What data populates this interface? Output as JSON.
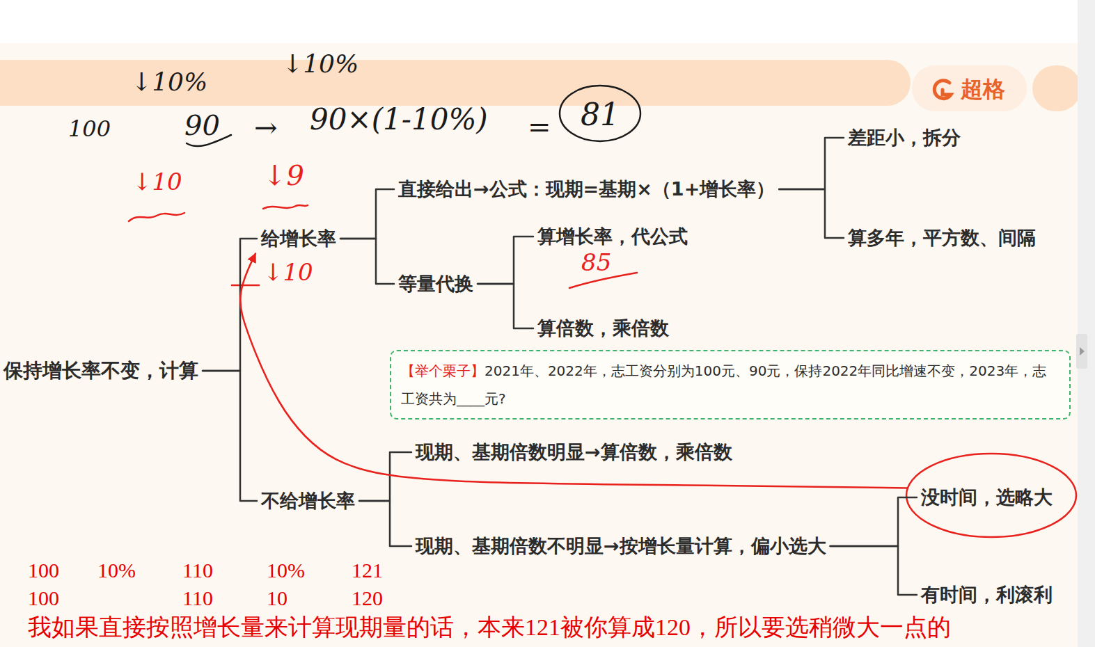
{
  "diagram": {
    "nodes": [
      {
        "text": [
          "保持增长率不变，计算"
        ]
      },
      {
        "text": [
          "给增长率"
        ]
      },
      {
        "text": [
          "直接给出→公式：现期=基期×（1+增长率）"
        ]
      },
      {
        "text": [
          "差距小，拆分"
        ]
      },
      {
        "text": [
          "算多年，平方数、间隔"
        ]
      },
      {
        "text": [
          "等量代换"
        ]
      },
      {
        "text": [
          "算增长率，代公式"
        ]
      },
      {
        "text": [
          "算倍数，乘倍数"
        ]
      },
      {
        "text": [
          "【举个栗子】",
          "2021年、2022年，志工资分别为100元、90元，保持2022年同比增速不变，2023年，志工资共为____元?"
        ]
      },
      {
        "text": [
          "不给增长率"
        ]
      },
      {
        "text": [
          "现期、基期倍数明显→算倍数，乘倍数"
        ]
      },
      {
        "text": [
          "现期、基期倍数不明显→按增长量计算，偏小选大"
        ]
      },
      {
        "text": [
          "没时间，选略大"
        ]
      },
      {
        "text": [
          "有时间，利滚利"
        ]
      }
    ],
    "edges": [
      {
        "from": 0,
        "to": 1,
        "arrow": "none"
      },
      {
        "from": 0,
        "to": 9,
        "arrow": "none"
      },
      {
        "from": 1,
        "to": 2,
        "arrow": "none"
      },
      {
        "from": 1,
        "to": 5,
        "arrow": "none"
      },
      {
        "from": 2,
        "to": 3,
        "arrow": "none"
      },
      {
        "from": 2,
        "to": 4,
        "arrow": "none"
      },
      {
        "from": 5,
        "to": 6,
        "arrow": "none"
      },
      {
        "from": 5,
        "to": 7,
        "arrow": "none"
      },
      {
        "from": 9,
        "to": 10,
        "arrow": "none"
      },
      {
        "from": 9,
        "to": 11,
        "arrow": "none"
      },
      {
        "from": 11,
        "to": 12,
        "arrow": "none"
      },
      {
        "from": 11,
        "to": 13,
        "arrow": "none"
      },
      {
        "from": 12,
        "to": 1,
        "arrow": "to"
      }
    ],
    "labels": [
      "↓10%",
      "↓10%",
      "超格",
      "100",
      "90",
      "→",
      "90×(1-10%)",
      "=",
      "81",
      "↓10",
      "↓9",
      "85",
      "↓10",
      "100",
      "10%",
      "110",
      "10%",
      "121",
      "100",
      "110",
      "10",
      "120",
      "我如果直接按照增长量来计算现期量的话，本来121被你算成120，所以要选稍微大一点的"
    ]
  }
}
